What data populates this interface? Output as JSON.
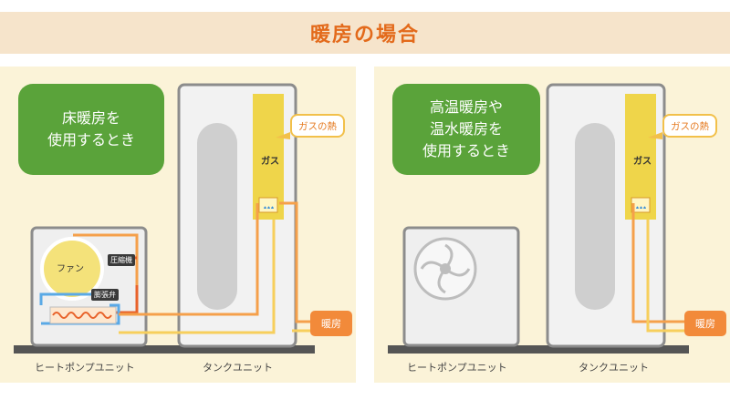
{
  "title": "暖房の場合",
  "left_panel": {
    "bubble_text": "床暖房を\n使用するとき",
    "gas_heat_label": "ガスの熱",
    "gas_label": "ガス",
    "fan_label": "ファン",
    "compressor_label": "圧縮機",
    "expansion_valve_label": "膨張弁",
    "heating_label": "暖房",
    "heat_pump_unit_label": "ヒートポンプユニット",
    "tank_unit_label": "タンクユニット"
  },
  "right_panel": {
    "bubble_text": "高温暖房や\n温水暖房を\n使用するとき",
    "gas_heat_label": "ガスの熱",
    "gas_label": "ガス",
    "heating_label": "暖房",
    "heat_pump_unit_label": "ヒートポンプユニット",
    "tank_unit_label": "タンクユニット"
  },
  "colors": {
    "title_text": "#e36a1b",
    "title_bg": "#f6e4cb",
    "panel_bg": "#fbf3d8",
    "bubble": "#5aa33a",
    "gas_yellow": "#efd54a",
    "flow_orange": "#f5a04b",
    "flow_yellow": "#f7cf5c",
    "flow_blue": "#5aa9e6",
    "hot_red": "#e8622a",
    "heating_badge": "#f28a3a"
  }
}
